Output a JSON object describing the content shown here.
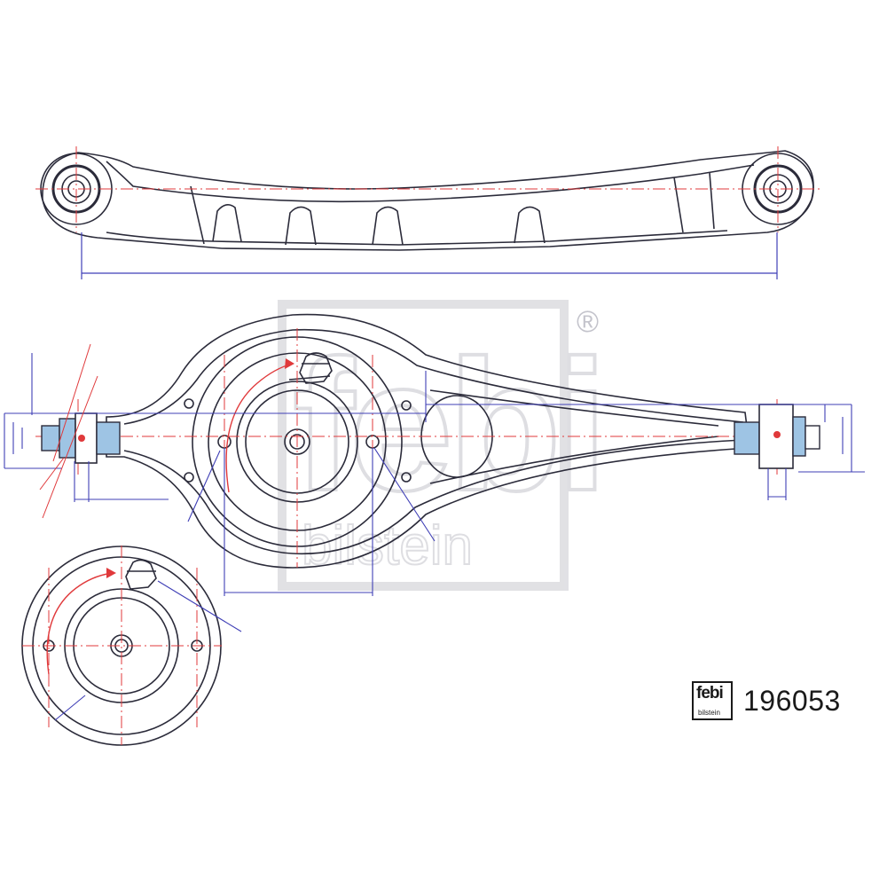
{
  "brand": {
    "watermark_top": "febi",
    "watermark_bottom": "bilstein",
    "registered": "®",
    "logo_small_top": "febi",
    "logo_small_bottom": "bilstein"
  },
  "part": {
    "number": "196053"
  },
  "colors": {
    "line": "#2b2b3a",
    "dimension": "#3f3fb6",
    "centerline": "#e0393b",
    "bushing": "#9ec4e4",
    "watermark": "#d4d4d8"
  }
}
